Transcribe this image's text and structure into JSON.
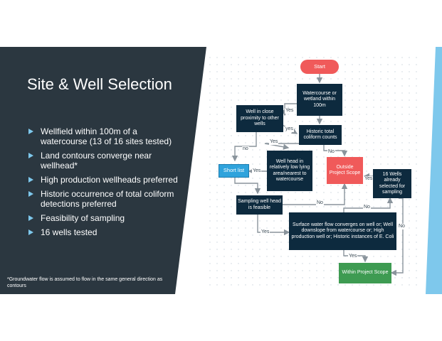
{
  "slide": {
    "title": "Site & Well Selection",
    "bullets": [
      "Wellfield within 100m of a watercourse (13 of 16 sites tested)",
      "Land contours converge near wellhead*",
      "High production wellheads preferred",
      "Historic occurrence of total coliform detections preferred",
      "Feasibility of sampling",
      "16 wells tested"
    ],
    "footnote": "*Groundwater flow is assumed to flow in the same general direction as contours"
  },
  "flowchart": {
    "nodes": {
      "start": "Start",
      "watercourse": "Watercourse or wetland within 100m",
      "close_proximity": "Well in close proximity to other wells",
      "historic_coliform": "Historic total coliform counts",
      "wellhead_low": "Well head in relatively low lying area/nearest to watercourse",
      "short_list": "Short list",
      "outside_scope": "Outside Project Scope",
      "wells_selected": "16 Wells already selected for sampling",
      "sampling_feasible": "Sampling well head is feasible",
      "surface_flow": "Surface water flow converges on well or; Well downslope from watercourse or; High production well or; Historic instances of E. Coli",
      "within_scope": "Within Project Scope"
    },
    "edge_labels": {
      "watercourse_yes": "Yes",
      "proximity_yes": "yes",
      "coliform_yes": "Yes",
      "proximity_no": "no",
      "coliform_no": "No",
      "wellhead_yes": "Yes",
      "wells_yes": "Yes",
      "feasible_no": "No",
      "surface_no": "No",
      "wells_no": "No",
      "feasible_yes": "Yes",
      "surface_yes": "Yes"
    },
    "colors": {
      "dark_node": "#0d2a3e",
      "start": "#f05a5a",
      "outside_scope": "#f05a5a",
      "short_list": "#2fa3dc",
      "within_scope": "#3e9b52",
      "panel": "#2b3740",
      "accent": "#7ec8ec"
    }
  }
}
